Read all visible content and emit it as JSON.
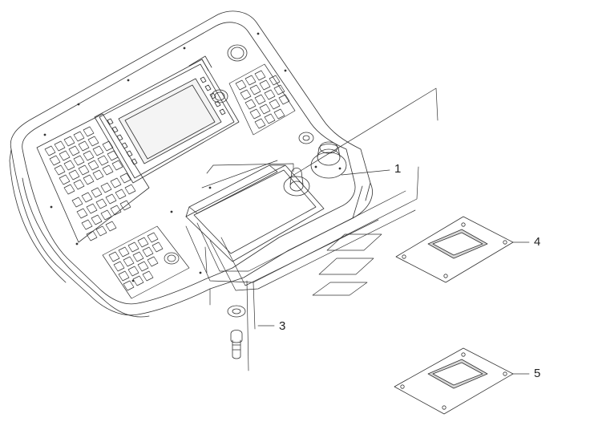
{
  "diagram": {
    "callouts": [
      {
        "id": "1",
        "label": "1"
      },
      {
        "id": "3",
        "label": "3"
      },
      {
        "id": "4",
        "label": "4"
      },
      {
        "id": "5",
        "label": "5"
      }
    ],
    "colors": {
      "line": "#333333",
      "shade": "#c8c8c8",
      "background": "#ffffff"
    },
    "parts": [
      {
        "callout": "1",
        "part": "control-panel-assembly"
      },
      {
        "callout": "3",
        "part": "screw-and-washer"
      },
      {
        "callout": "4",
        "part": "cover-plate"
      },
      {
        "callout": "5",
        "part": "cover-plate"
      }
    ]
  }
}
